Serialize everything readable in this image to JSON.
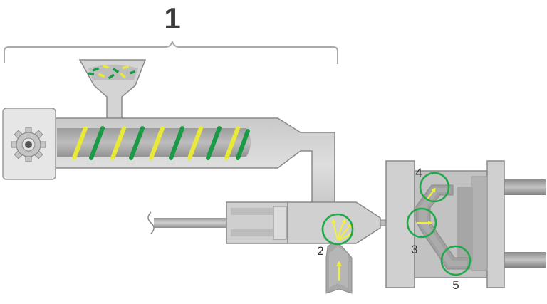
{
  "labels": {
    "section_1": "1",
    "point_2": "2",
    "point_3": "3",
    "point_4": "4",
    "point_5": "5"
  },
  "colors": {
    "metal_light": "#d2d2d2",
    "metal_mid": "#b8b8b8",
    "metal_dark": "#9a9a9a",
    "outline": "#8a8a8a",
    "bracket": "#aaaaaa",
    "flight_yellow": "#e9e93a",
    "flight_green": "#1a9a45",
    "arrow_yellow": "#f0f03a",
    "circle_green": "#22a84a",
    "label_text": "#333333"
  },
  "icons": {
    "drive": "gear-icon"
  }
}
